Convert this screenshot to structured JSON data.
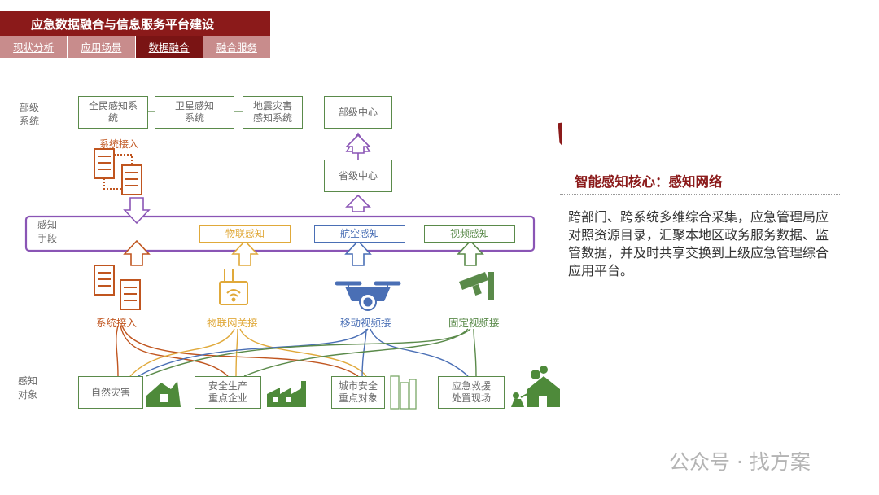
{
  "header": {
    "title": "应急数据融合与信息服务平台建设",
    "tabs": [
      {
        "label": "现状分析",
        "active": false
      },
      {
        "label": "应用场景",
        "active": false
      },
      {
        "label": "数据融合",
        "active": true
      },
      {
        "label": "融合服务",
        "active": false
      }
    ]
  },
  "diagram": {
    "left_labels": {
      "ministry": "部级\n系统",
      "means": "感知\n手段",
      "objects": "感知\n对象"
    },
    "ministry_systems": [
      "全民感知系\n统",
      "卫星感知\n系统",
      "地震灾害\n感知系统"
    ],
    "ministry_center": "部级中心",
    "provincial_center": "省级中心",
    "top_access_label": "系统接入",
    "means_boxes": [
      "物联感知",
      "航空感知",
      "视频感知"
    ],
    "access_captions": [
      "系统接入",
      "物联网关接",
      "移动视频接",
      "固定视频接"
    ],
    "objects": [
      "自然灾害",
      "安全生产\n重点企业",
      "城市安全\n重点对象",
      "应急救援\n处置现场"
    ],
    "colors": {
      "system": "#c0551f",
      "iot": "#e0a93a",
      "aerial": "#4a6fb5",
      "video": "#5a8a4a",
      "means_frame": "#8a55b5",
      "box_border": "#5a8a4a",
      "accent": "#8b1a1a"
    }
  },
  "panel": {
    "heading": "智能感知核心：感知网络",
    "body": "跨部门、跨系统多维综合采集，应急管理局应对照资源目录，汇聚本地区政务服务数据、监管数据，并及时共享交换到上级应急管理综合应用平台。"
  },
  "watermark": "公众号 · 找方案"
}
